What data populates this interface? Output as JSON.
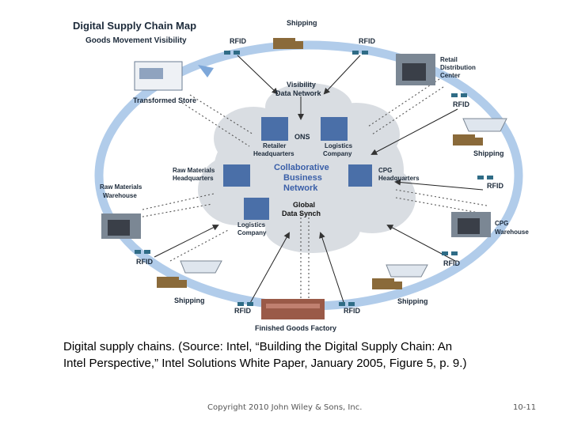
{
  "diagram": {
    "title": "Digital Supply Chain Map",
    "subtitle": "Goods Movement Visibility",
    "center": {
      "network_line1": "Collaborative",
      "network_line2": "Business",
      "network_line3": "Network",
      "visibility_line1": "Visibility",
      "visibility_line2": "Data Network",
      "ons": "ONS",
      "global_line1": "Global",
      "global_line2": "Data Synch"
    },
    "nodes": {
      "shipping_top": "Shipping",
      "rfid_top_left": "RFID",
      "rfid_top_right": "RFID",
      "retail_dc_line1": "Retail",
      "retail_dc_line2": "Distribution",
      "retail_dc_line3": "Center",
      "rfid_right_upper": "RFID",
      "shipping_right": "Shipping",
      "rfid_right_mid": "RFID",
      "cpg_wh_line1": "CPG",
      "cpg_wh_line2": "Warehouse",
      "rfid_right_low": "RFID",
      "shipping_bottom_right": "Shipping",
      "rfid_bottom_right": "RFID",
      "finished_goods": "Finished Goods Factory",
      "rfid_bottom_left": "RFID",
      "shipping_bottom_left": "Shipping",
      "rfid_left_low": "RFID",
      "raw_wh_line1": "Raw Materials",
      "raw_wh_line2": "Warehouse",
      "transformed_store": "Transformed Store",
      "retailer_hq_line1": "Retailer",
      "retailer_hq_line2": "Headquarters",
      "logistics_top_line1": "Logistics",
      "logistics_top_line2": "Company",
      "raw_hq_line1": "Raw Materials",
      "raw_hq_line2": "Headquarters",
      "cpg_hq_line1": "CPG",
      "cpg_hq_line2": "Headquarters",
      "logistics_bottom_line1": "Logistics",
      "logistics_bottom_line2": "Company"
    },
    "colors": {
      "loop": "#a9c6e8",
      "cloud": "#d9dde2",
      "building": "#4a6fa8",
      "rfid_tag": "#2f6c86",
      "truck": "#8a6a3a",
      "accent_text": "#3a5fa8"
    }
  },
  "caption": {
    "line1": "Digital supply chains.  (Source:  Intel, “Building the Digital Supply Chain:  An",
    "line2": "Intel Perspective,” Intel Solutions White Paper, January 2005, Figure 5, p. 9.)"
  },
  "footer": {
    "copyright": "Copyright 2010 John Wiley & Sons, Inc.",
    "slide_number": "10-11"
  }
}
